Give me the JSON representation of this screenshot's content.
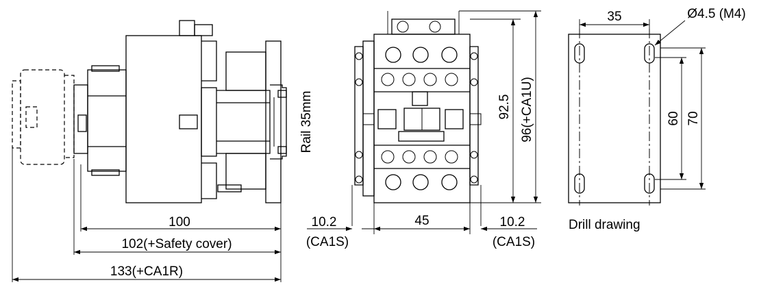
{
  "side_view": {
    "dim_100": "100",
    "dim_102": "102(+Safety cover)",
    "dim_133": "133(+CA1R)",
    "rail_label": "Rail 35mm"
  },
  "front_view": {
    "dim_45": "45",
    "dim_left_value": "10.2",
    "dim_left_note": "(CA1S)",
    "dim_right_value": "10.2",
    "dim_right_note": "(CA1S)",
    "dim_92_5": "92.5",
    "dim_96": "96(+CA1U)"
  },
  "drill_drawing": {
    "title": "Drill drawing",
    "dim_35": "35",
    "hole_label": "Ø4.5 (M4)",
    "dim_60": "60",
    "dim_70": "70"
  }
}
